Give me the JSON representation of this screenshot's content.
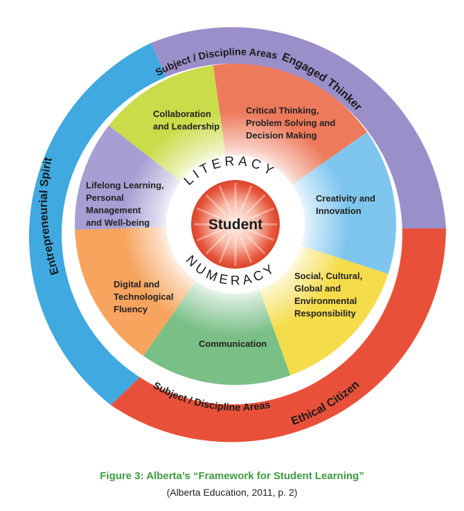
{
  "diagram": {
    "outer_ring": {
      "top_right": "Engaged Thinker",
      "left": "Entrepreneurial Spirit",
      "bottom_right": "Ethical Citizen"
    },
    "inner_ring": {
      "top": "Subject / Discipline Areas",
      "bottom": "Subject / Discipline Areas"
    },
    "segments": [
      {
        "lines": [
          "Critical Thinking,",
          "Problem Solving and",
          "Decision Making"
        ]
      },
      {
        "lines": [
          "Creativity and",
          "Innovation"
        ]
      },
      {
        "lines": [
          "Social, Cultural,",
          "Global and",
          "Environmental",
          "Responsibility"
        ]
      },
      {
        "lines": [
          "Communication"
        ]
      },
      {
        "lines": [
          "Digital and",
          "Technological",
          "Fluency"
        ]
      },
      {
        "lines": [
          "Lifelong Learning,",
          "Personal",
          "Management",
          "and Well-being"
        ]
      },
      {
        "lines": [
          "Collaboration",
          "and Leadership"
        ]
      }
    ],
    "core": {
      "top_arc": "LITERACY",
      "bottom_arc": "NUMERACY",
      "center": "Student"
    },
    "colors": {
      "purple": "#9b8fc9",
      "blue": "#3fa9e0",
      "red": "#e9503a",
      "seg_critical": "#ee7a5c",
      "seg_creativity": "#7fc6ee",
      "seg_social": "#f5dc4a",
      "seg_communication": "#79bf86",
      "seg_digital": "#f6a45e",
      "seg_lifelong": "#a79fd3",
      "seg_collaboration": "#cadc4a",
      "core": "#e2553e",
      "caption": "#3d9a3f"
    }
  },
  "caption": {
    "title": "Figure 3: Alberta’s “Framework for Student Learning”",
    "source": "(Alberta Education, 2011, p. 2)"
  }
}
